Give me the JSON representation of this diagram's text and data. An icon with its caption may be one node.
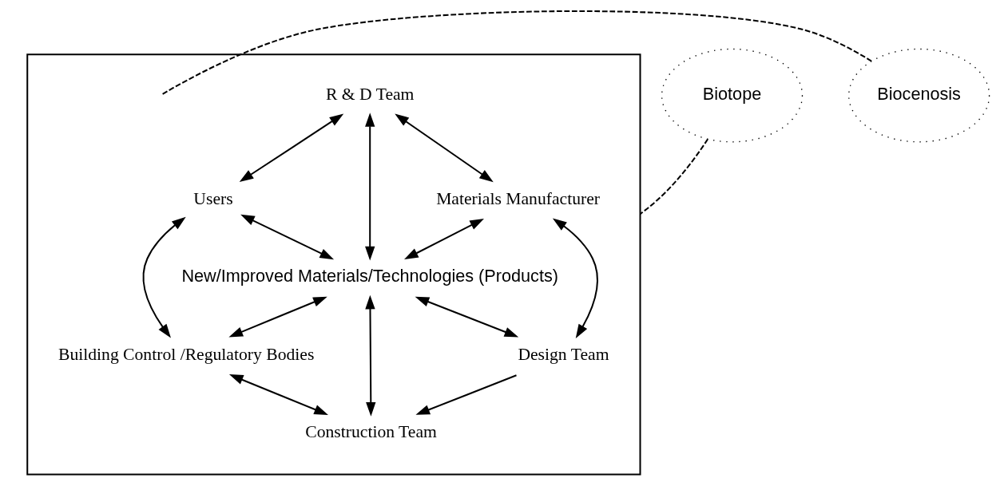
{
  "diagram": {
    "nodes": [
      {
        "text": [],
        "shape": "box"
      },
      {
        "text": [
          "R & D Team"
        ],
        "in": 0
      },
      {
        "text": [
          "Users"
        ],
        "in": 0
      },
      {
        "text": [
          "Materials Manufacturer"
        ],
        "in": 0
      },
      {
        "text": [
          "New/Improved Materials/Technologies (Products)"
        ],
        "in": 0
      },
      {
        "text": [
          "Building Control /Regulatory Bodies"
        ],
        "in": 0
      },
      {
        "text": [
          "Design Team"
        ],
        "in": 0
      },
      {
        "text": [
          "Construction Team"
        ],
        "in": 0
      },
      {
        "text": [
          "Biotope"
        ]
      },
      {
        "text": [
          "Biocenosis"
        ]
      }
    ],
    "edges": [
      {
        "from": 2,
        "to": 1,
        "arrow": "both"
      },
      {
        "from": 1,
        "to": 4,
        "arrow": "both"
      },
      {
        "from": 1,
        "to": 3,
        "arrow": "both"
      },
      {
        "from": 2,
        "to": 4,
        "arrow": "both"
      },
      {
        "from": 2,
        "to": 5,
        "arrow": "both"
      },
      {
        "from": 4,
        "to": 3,
        "arrow": "both"
      },
      {
        "from": 5,
        "to": 4,
        "arrow": "both"
      },
      {
        "from": 4,
        "to": 6,
        "arrow": "both"
      },
      {
        "from": 3,
        "to": 6,
        "arrow": "both"
      },
      {
        "from": 4,
        "to": 7,
        "arrow": "both"
      },
      {
        "from": 5,
        "to": 7,
        "arrow": "both"
      },
      {
        "from": 6,
        "to": 7,
        "arrow": "to"
      },
      {
        "from": 8,
        "to": 0,
        "arrow": "none",
        "style": "dashed"
      },
      {
        "from": 9,
        "to": null,
        "arrow": "none",
        "style": "dashed"
      }
    ]
  }
}
